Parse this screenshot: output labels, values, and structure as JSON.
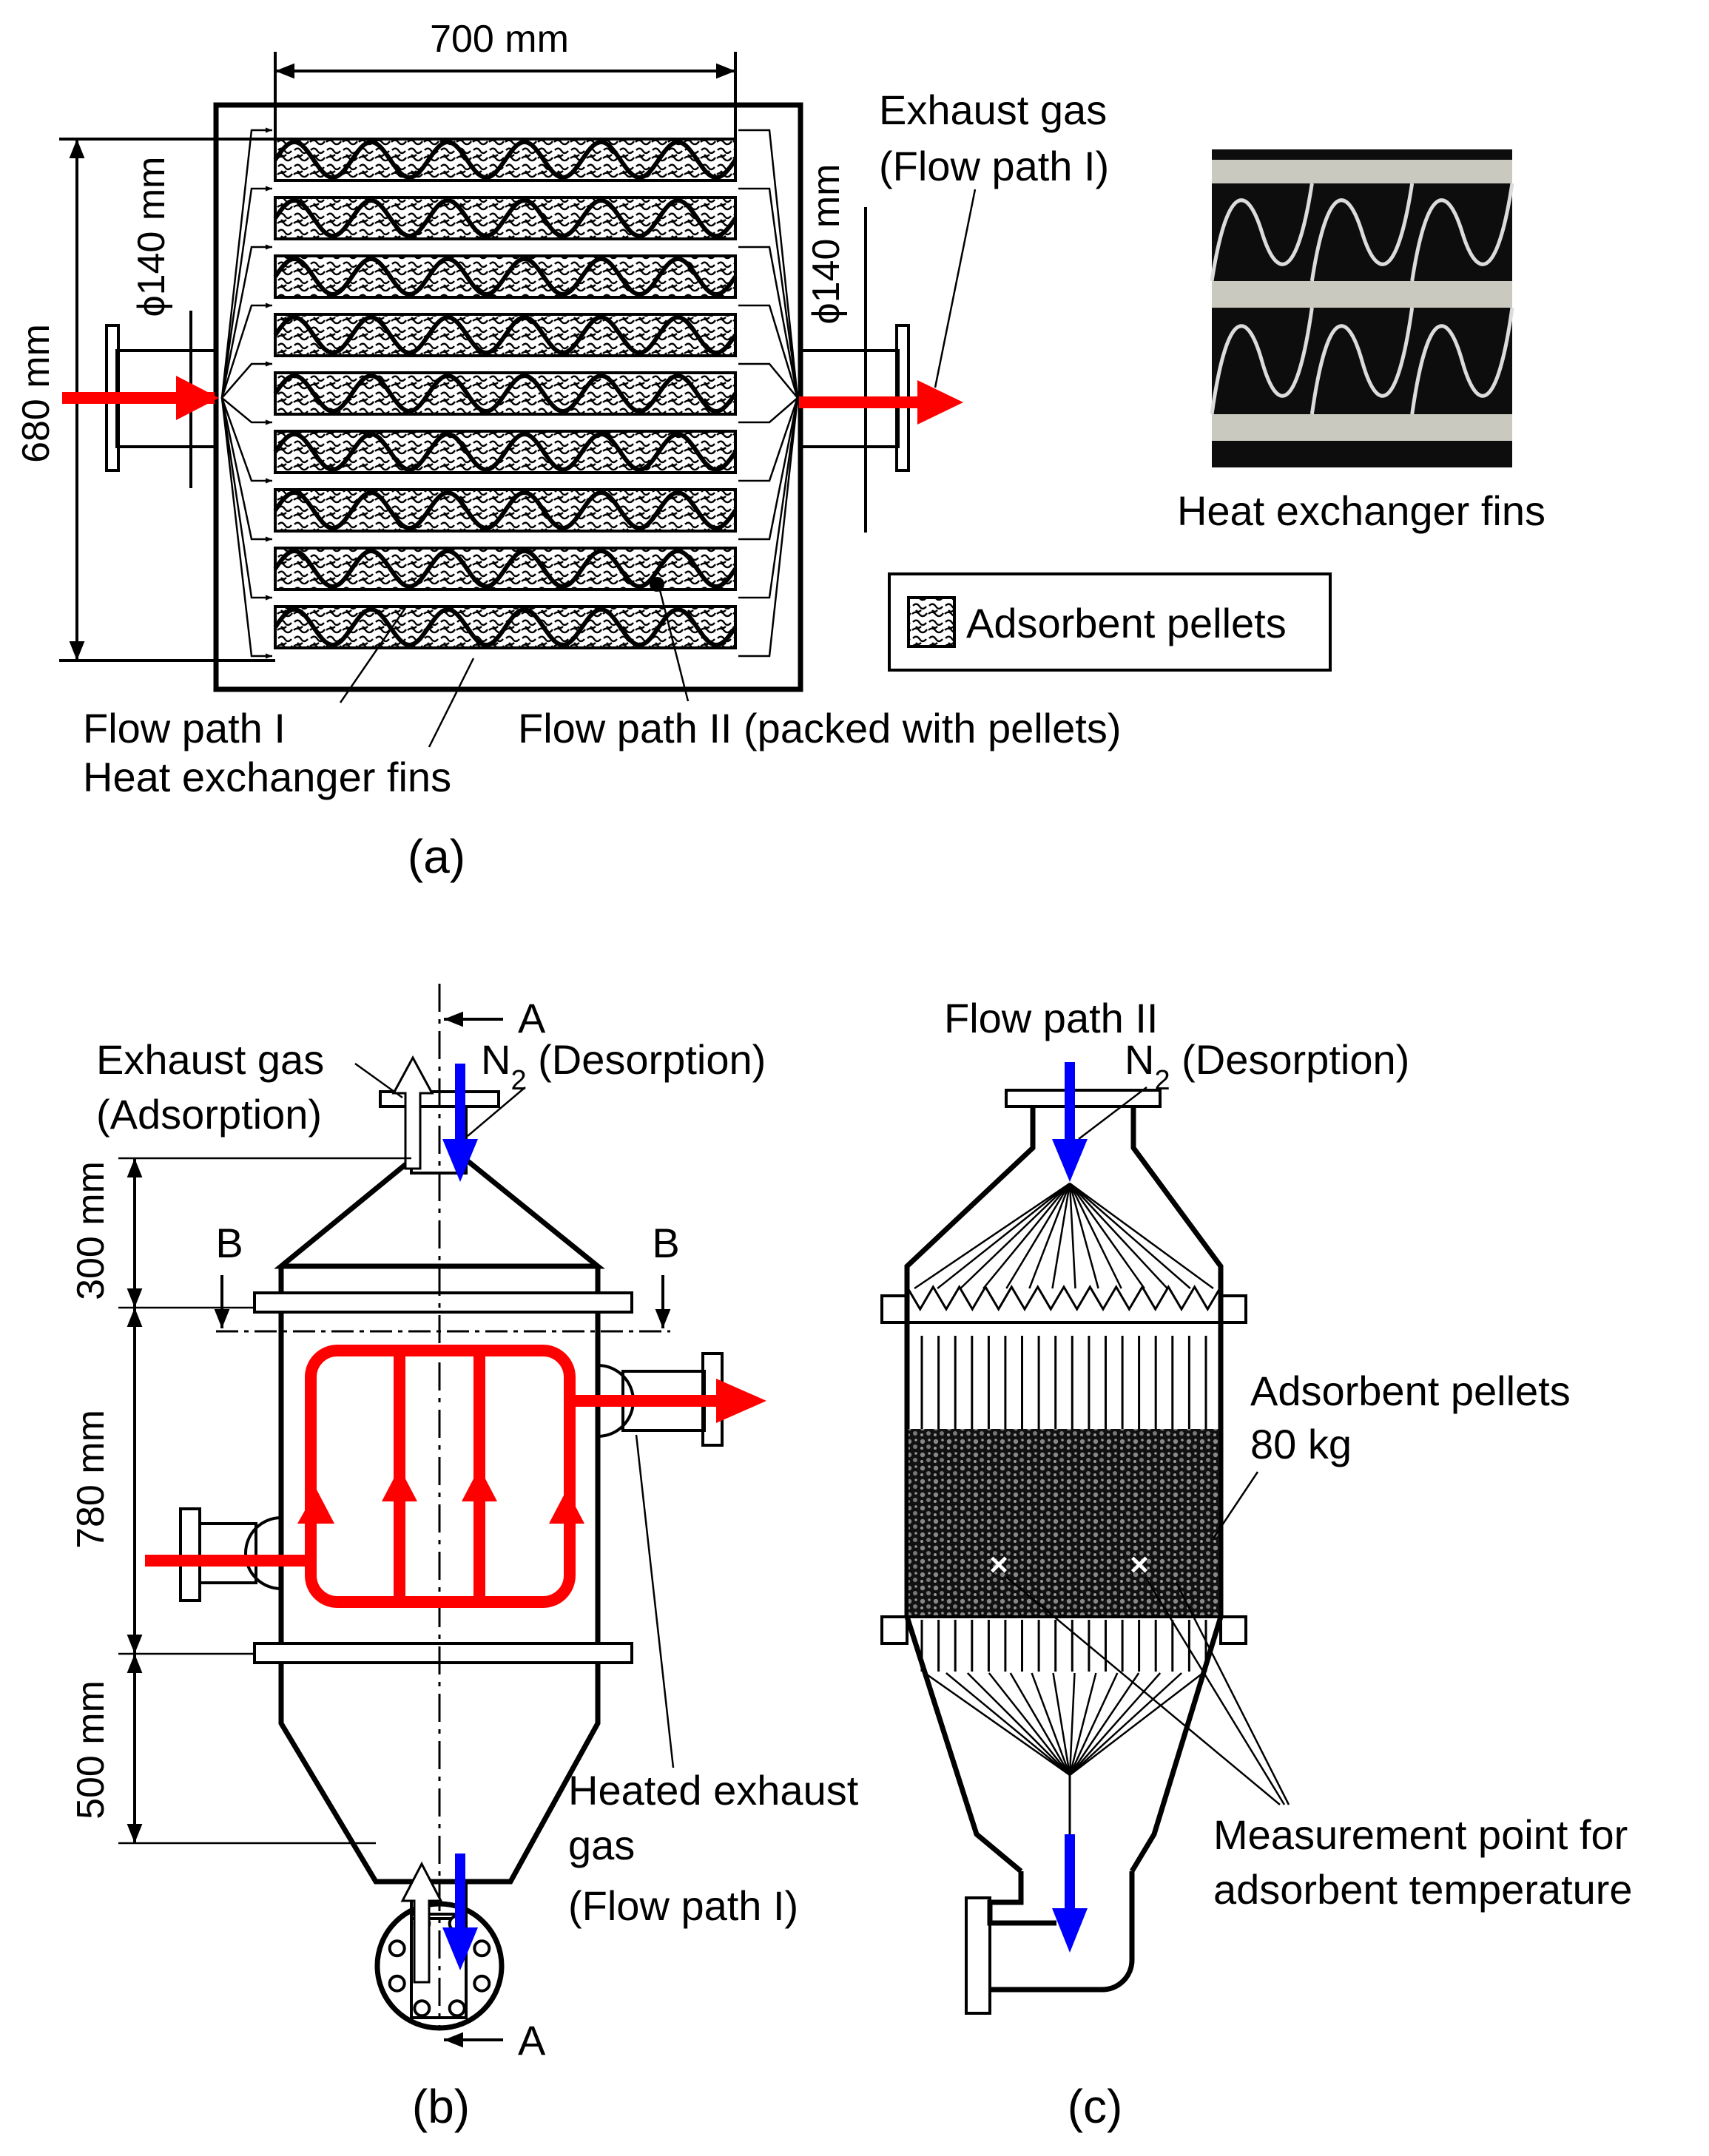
{
  "panel_a": {
    "width_dim": "700 mm",
    "height_dim": "680 mm",
    "inlet_dim": "ϕ140 mm",
    "outlet_dim": "ϕ140 mm",
    "exhaust_line1": "Exhaust gas",
    "exhaust_line2": "(Flow path I)",
    "flow_path_1": "Flow path I",
    "fins_label": "Heat exchanger fins",
    "flow_path_2": "Flow path II (packed with pellets)",
    "photo_caption": "Heat exchanger fins",
    "legend_label": "Adsorbent pellets",
    "caption": "(a)"
  },
  "panel_b": {
    "section_a_top": "A",
    "section_a_bottom": "A",
    "section_b_left": "B",
    "section_b_right": "B",
    "exhaust_line1": "Exhaust gas",
    "exhaust_line2": "(Adsorption)",
    "n2_main": "N",
    "n2_sub": "2",
    "n2_rest": " (Desorption)",
    "dim_top": "300 mm",
    "dim_mid": "780 mm",
    "dim_bottom": "500 mm",
    "heated_line1": "Heated exhaust",
    "heated_line2": "gas",
    "heated_line3": "(Flow path I)",
    "caption": "(b)"
  },
  "panel_c": {
    "flow_path_2": "Flow path II",
    "n2_main": "N",
    "n2_sub": "2",
    "n2_rest": " (Desorption)",
    "pellets_line1": "Adsorbent pellets",
    "pellets_line2": "80 kg",
    "meas_line1": "Measurement point for",
    "meas_line2": "adsorbent temperature",
    "caption": "(c)"
  },
  "colors": {
    "exhaust_arrow": "#ff0000",
    "n2_arrow": "#0000ff",
    "photo_bg": "#0d0d0d"
  }
}
